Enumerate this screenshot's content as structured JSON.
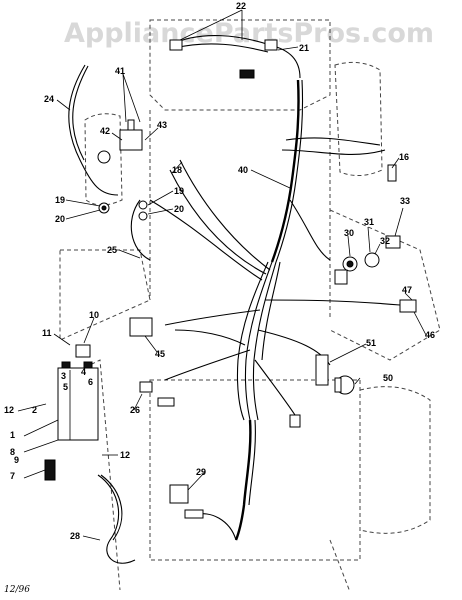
{
  "watermark": "AppliancePartsPros.com",
  "date_code": "12/96",
  "callouts": [
    "22",
    "21",
    "41",
    "24",
    "42",
    "43",
    "40",
    "16",
    "18",
    "19",
    "19",
    "20",
    "20",
    "33",
    "31",
    "32",
    "30",
    "25",
    "10",
    "11",
    "47",
    "46",
    "45",
    "51",
    "3",
    "4",
    "5",
    "6",
    "50",
    "2",
    "26",
    "12",
    "1",
    "8",
    "12",
    "9",
    "7",
    "29",
    "28"
  ]
}
